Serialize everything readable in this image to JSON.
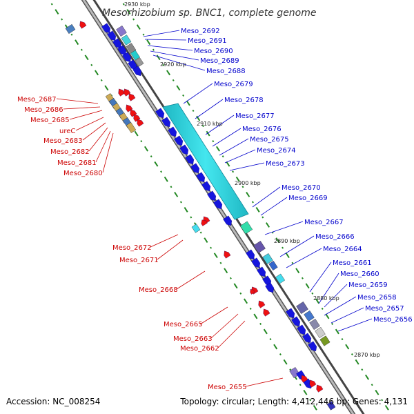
{
  "title": "Mesorhizobium sp. BNC1, complete genome",
  "footer": {
    "accession": "Accession: NC_008254",
    "topology": "Topology: circular; Length: 4,412,446 bp; Genes: 4,131"
  },
  "ticks": [
    {
      "label": "2930 kbp"
    },
    {
      "label": "2920 kbp"
    },
    {
      "label": "2910 kbp"
    },
    {
      "label": "2900 kbp"
    },
    {
      "label": "2890 kbp"
    },
    {
      "label": "2880 kbp"
    },
    {
      "label": "2870 kbp"
    }
  ],
  "labels_forward": [
    "Meso_2692",
    "Meso_2691",
    "Meso_2690",
    "Meso_2689",
    "Meso_2688",
    "Meso_2679",
    "Meso_2678",
    "Meso_2677",
    "Meso_2676",
    "Meso_2675",
    "Meso_2674",
    "Meso_2673",
    "Meso_2670",
    "Meso_2669",
    "Meso_2667",
    "Meso_2666",
    "Meso_2664",
    "Meso_2661",
    "Meso_2660",
    "Meso_2659",
    "Meso_2658",
    "Meso_2657",
    "Meso_2656"
  ],
  "labels_reverse": [
    "Meso_2687",
    "Meso_2686",
    "Meso_2685",
    "ureC",
    "Meso_2683",
    "Meso_2682",
    "Meso_2681",
    "Meso_2680",
    "Meso_2672",
    "Meso_2671",
    "Meso_2668",
    "Meso_2665",
    "Meso_2663",
    "Meso_2662",
    "Meso_2655"
  ],
  "colors": {
    "forward": "#0000cc",
    "reverse": "#cc0000",
    "forward_gene": "#1515dd",
    "reverse_gene": "#ee1111",
    "backbone": "#888888",
    "gc_dots": "#228822"
  }
}
